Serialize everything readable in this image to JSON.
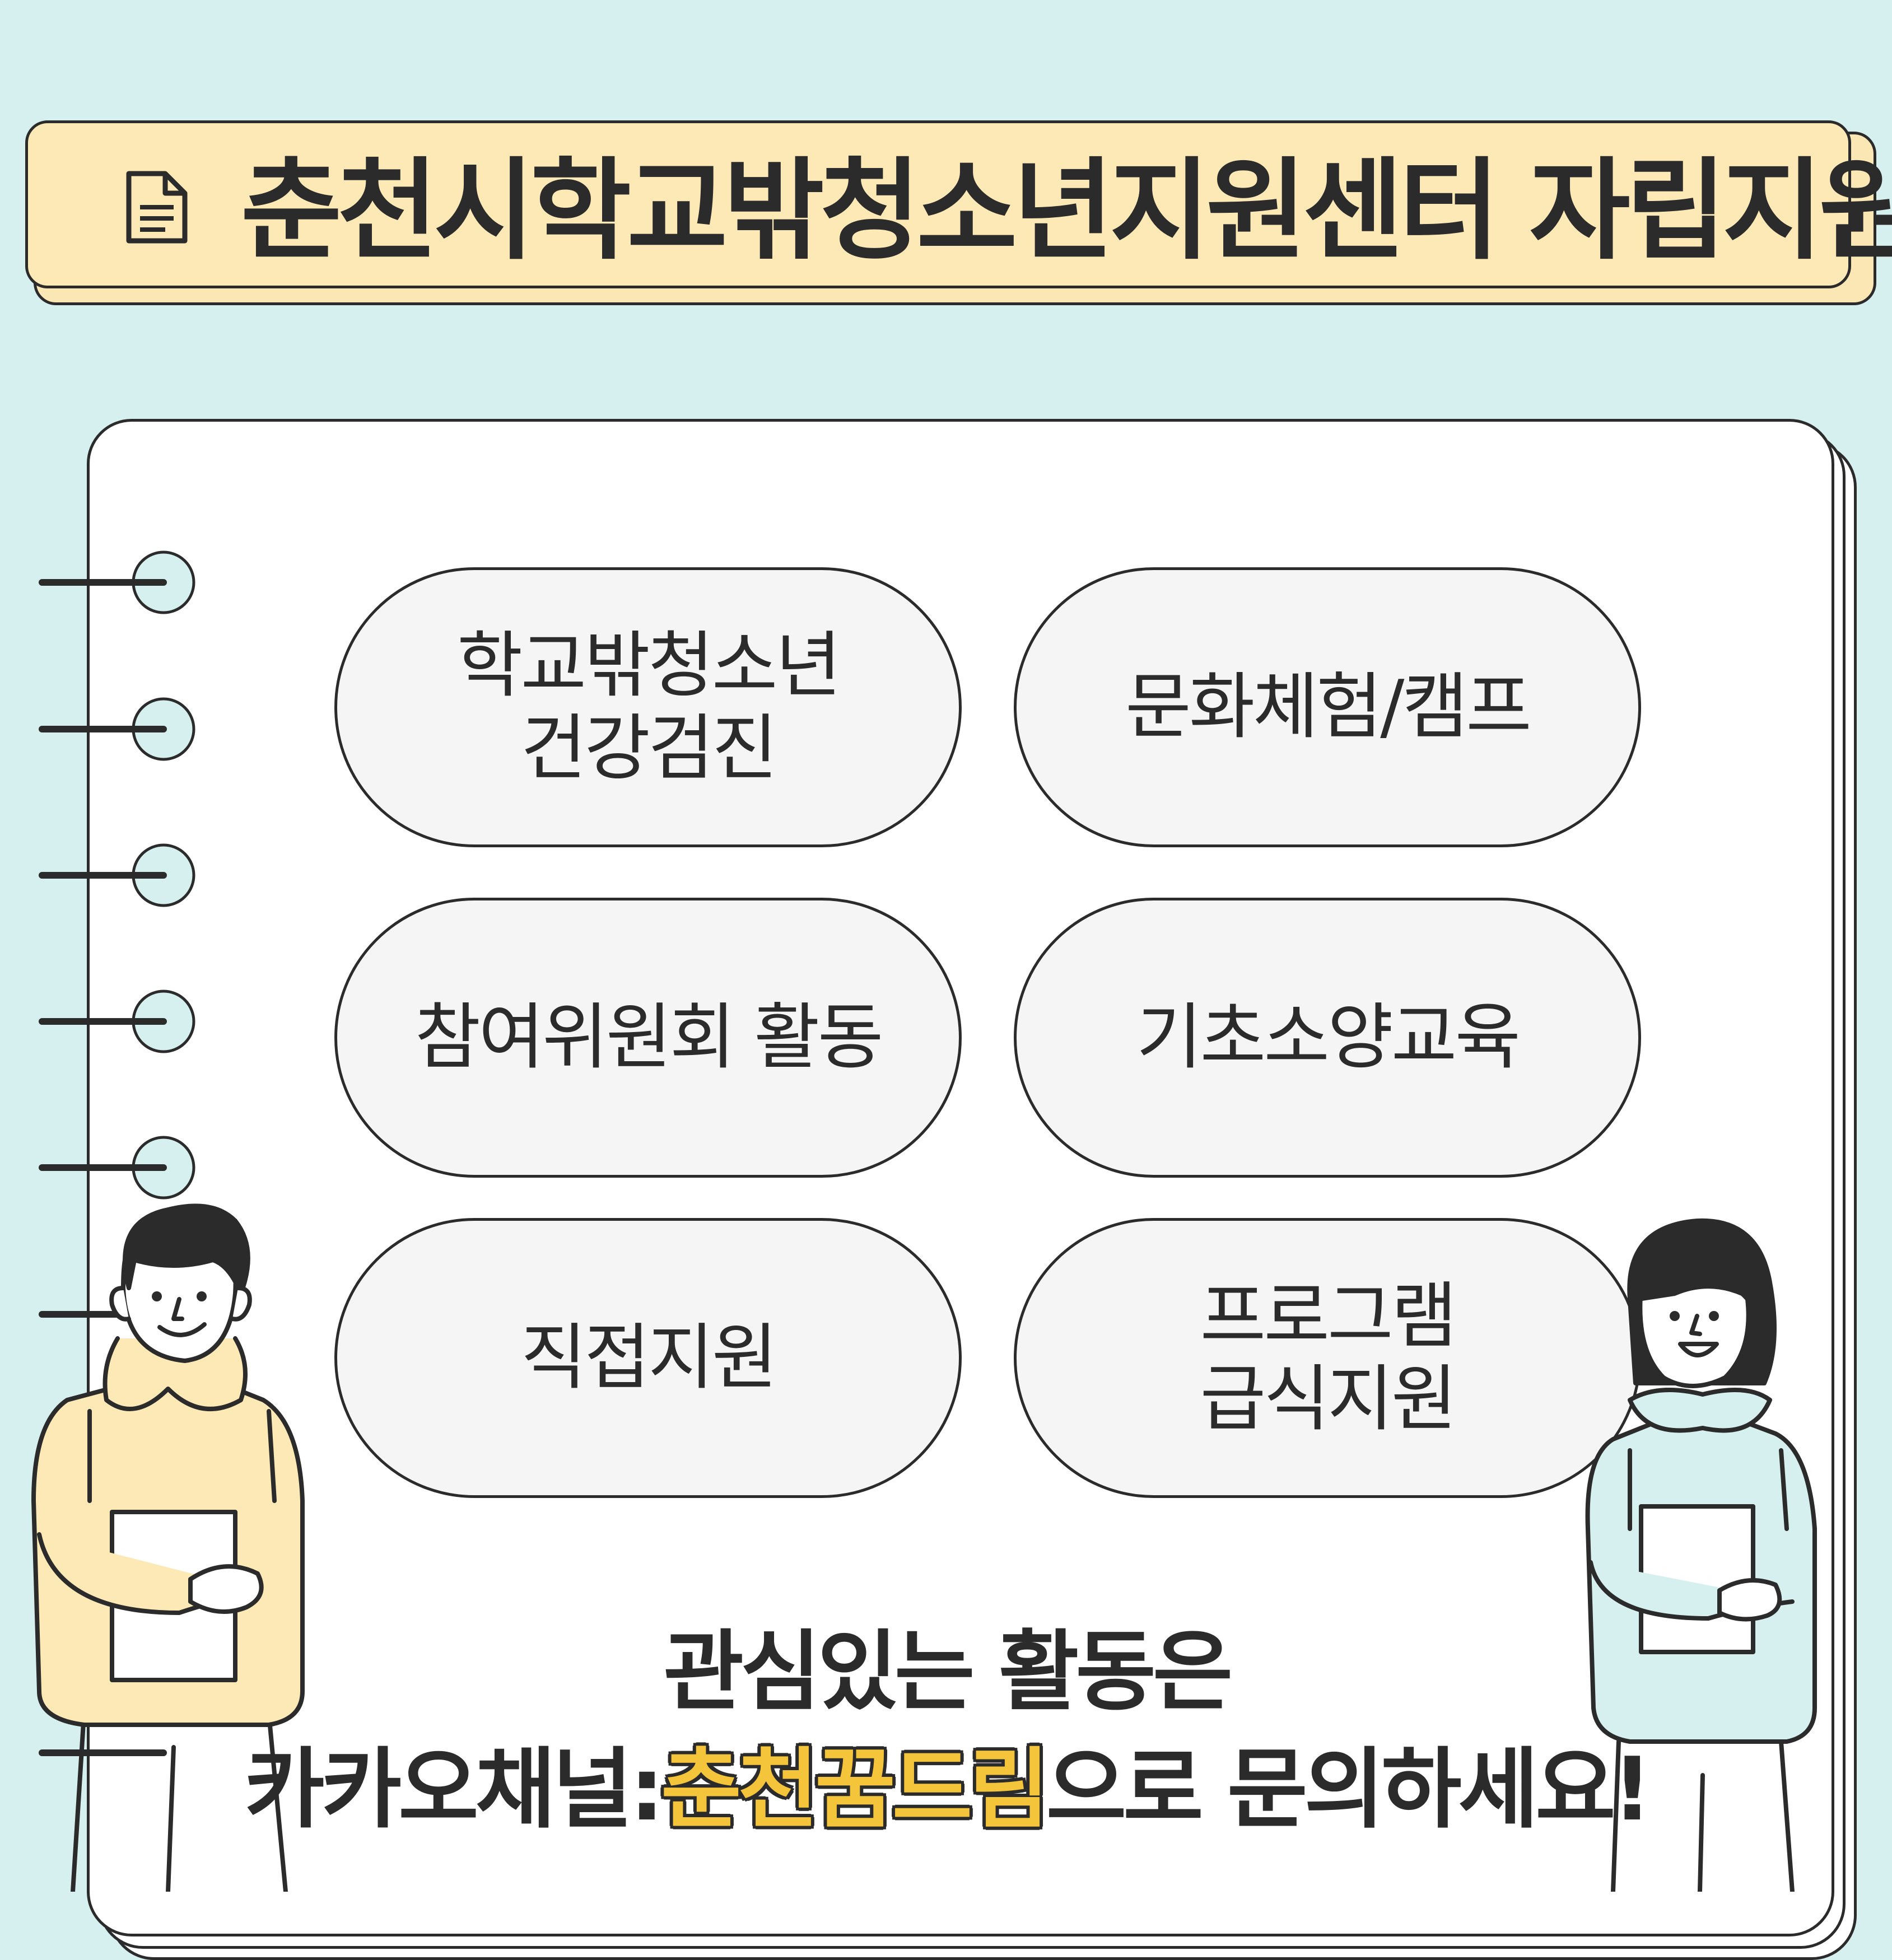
{
  "header": {
    "title": "춘천시학교밖청소년지원센터 자립지원",
    "icon": "document-icon"
  },
  "programs": [
    {
      "line1": "학교밖청소년",
      "line2": "건강검진"
    },
    {
      "line1": "문화체험/캠프",
      "line2": ""
    },
    {
      "line1": "참여위원회 활동",
      "line2": ""
    },
    {
      "line1": "기초소양교육",
      "line2": ""
    },
    {
      "line1": "직접지원",
      "line2": ""
    },
    {
      "line1": "프로그램",
      "line2": "급식지원"
    }
  ],
  "footer": {
    "line1": "관심있는 활동은",
    "line2_prefix": "카카오채널:",
    "line2_highlight": "춘천꿈드림",
    "line2_suffix": "으로 문의하세요!"
  },
  "colors": {
    "background": "#d6efef",
    "banner": "#fde9b6",
    "pill": "#f5f5f5",
    "highlight": "#f4c43a",
    "boy_hoodie": "#fde9b6",
    "girl_hoodie": "#d6efef",
    "ink": "#2b2b2b"
  }
}
